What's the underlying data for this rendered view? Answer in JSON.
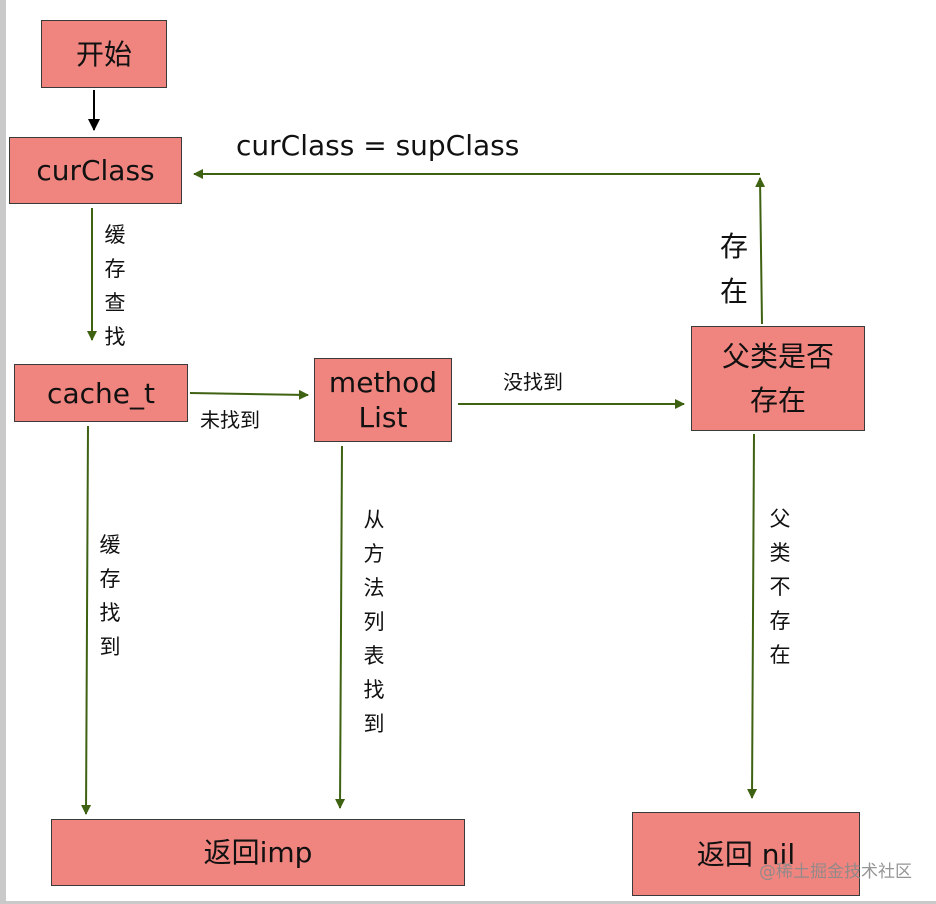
{
  "colors": {
    "box_fill": "#f08580",
    "box_border": "#3a3a3a",
    "arrow_green": "#3f6212",
    "arrow_black": "#000000"
  },
  "nodes": {
    "start": "开始",
    "cur_class": "curClass",
    "cache_t": "cache_t",
    "method_list": "method List",
    "parent_exists": "父类是否存在",
    "return_imp": "返回imp",
    "return_nil": "返回 nil"
  },
  "edges": {
    "cache_lookup": "缓存查找",
    "not_found": "未找到",
    "not_found_2": "没找到",
    "exists": "存在",
    "assign": "curClass = supClass",
    "cache_found": "缓存找到",
    "method_found": "从方法列表找到",
    "parent_not_exists": "父类不存在"
  },
  "watermark": "@稀土掘金技术社区"
}
